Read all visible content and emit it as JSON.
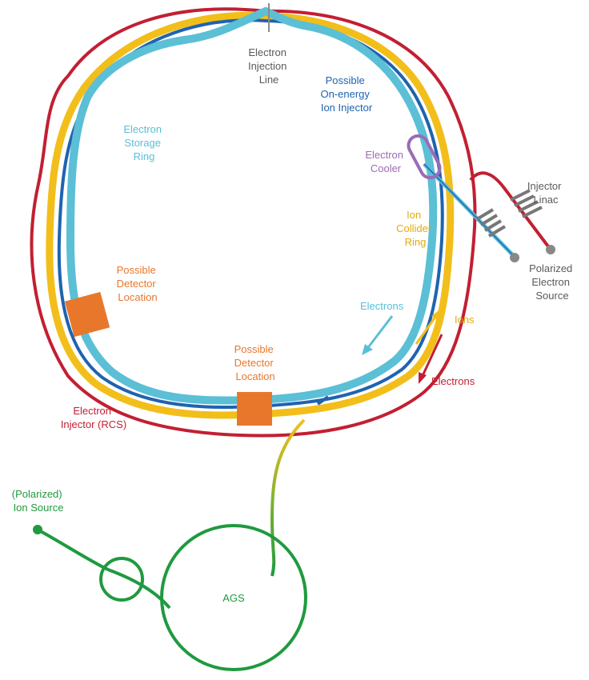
{
  "colors": {
    "red": "#c21f32",
    "teal": "#5bbfd6",
    "blue": "#1f63b0",
    "gold": "#f2be1a",
    "orange": "#e8772c",
    "purple": "#9b6bb5",
    "green": "#1f9a3f",
    "gray": "#5a5a5a"
  },
  "labels": {
    "electron_injection_line": [
      "Electron",
      "Injection",
      "Line"
    ],
    "on_energy_ion_injector": [
      "Possible",
      "On-energy",
      "Ion Injector"
    ],
    "electron_storage_ring": [
      "Electron",
      "Storage",
      "Ring"
    ],
    "electron_cooler": [
      "Electron",
      "Cooler"
    ],
    "injector_linac": [
      "Injector",
      "Linac"
    ],
    "ion_collider_ring": [
      "Ion",
      "Collider",
      "Ring"
    ],
    "polarized_electron_source": [
      "Polarized",
      "Electron",
      "Source"
    ],
    "detector_left": [
      "Possible",
      "Detector",
      "Location"
    ],
    "detector_bottom": [
      "Possible",
      "Detector",
      "Location"
    ],
    "electrons_inner": "Electrons",
    "ions": "Ions",
    "electrons_outer": "Electrons",
    "electron_injector_rcs": [
      "Electron",
      "Injector (RCS)"
    ],
    "ion_source": [
      "(Polarized)",
      "Ion Source"
    ],
    "ags": "AGS"
  }
}
